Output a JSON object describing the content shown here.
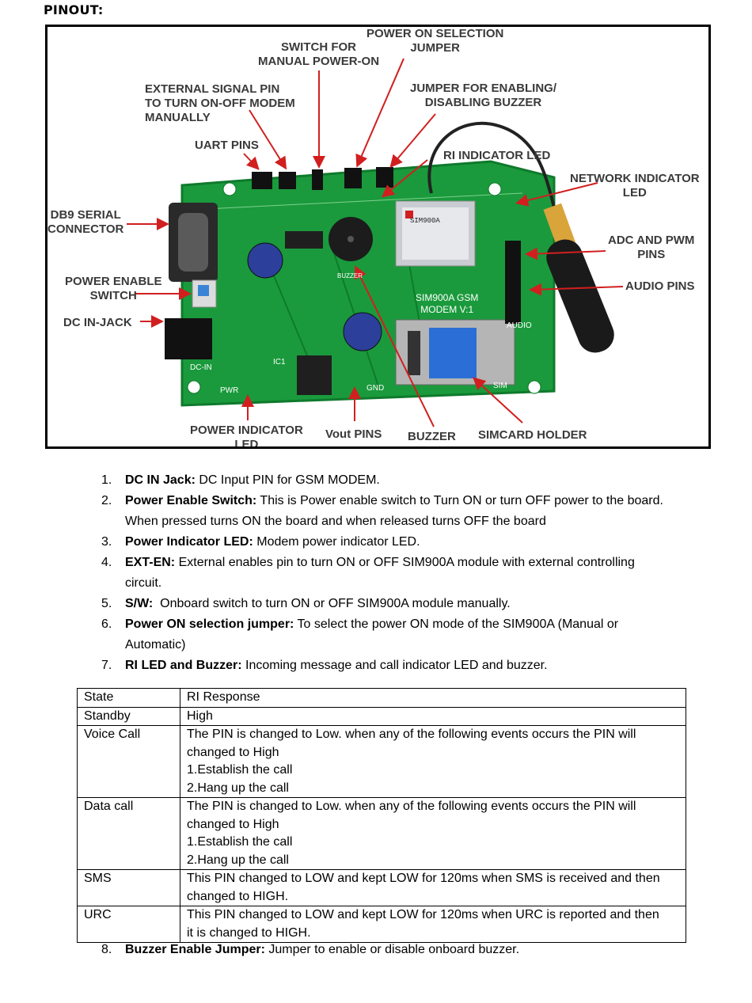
{
  "heading": "PINOUT:",
  "figure": {
    "callouts": {
      "power_on_selection": "POWER ON SELECTION\nJUMPER",
      "switch_manual": "SWITCH FOR\nMANUAL POWER-ON",
      "external_signal": "EXTERNAL SIGNAL PIN\nTO TURN ON-OFF MODEM\nMANUALLY",
      "jumper_buzzer": "JUMPER FOR ENABLING/\nDISABLING BUZZER",
      "uart_pins": "UART PINS",
      "ri_led": "RI INDICATOR LED",
      "network_led": "NETWORK INDICATOR\nLED",
      "db9": "DB9 SERIAL\nCONNECTOR",
      "adc_pwm": "ADC AND PWM\nPINS",
      "power_enable": "POWER ENABLE\nSWITCH",
      "audio_pins": "AUDIO PINS",
      "dc_jack": "DC IN-JACK",
      "power_led": "POWER INDICATOR\nLED",
      "vout": "Vout PINS",
      "buzzer": "BUZZER",
      "simcard": "SIMCARD HOLDER"
    },
    "board_text": {
      "module": "SIM900A",
      "board_label": "SIM900A GSM\nMODEM V:1",
      "silk_dcin": "DC-IN",
      "silk_pwr": "PWR",
      "silk_audio": "AUDIO",
      "silk_buzzer": "BUZZER",
      "silk_sim": "SIM",
      "silk_gnd": "GND",
      "silk_ic1": "IC1"
    }
  },
  "list_a": [
    {
      "num": "1.",
      "term": "DC IN Jack:",
      "text": " DC Input PIN for GSM MODEM."
    },
    {
      "num": "2.",
      "term": "Power Enable Switch:",
      "text": " This is Power enable switch to Turn ON or turn OFF power to the board. When pressed turns ON the board and when released turns OFF the board"
    },
    {
      "num": "3.",
      "term": "Power Indicator LED:",
      "text": " Modem power indicator LED."
    },
    {
      "num": "4.",
      "term": "EXT-EN:",
      "text": " External enables pin to turn ON or OFF SIM900A module with external controlling circuit."
    },
    {
      "num": "5.",
      "term": "S/W:",
      "text": "  Onboard switch to turn ON or OFF SIM900A module manually."
    },
    {
      "num": "6.",
      "term": "Power ON selection jumper:",
      "text": " To select the power ON mode of the SIM900A (Manual or Automatic)"
    },
    {
      "num": "7.",
      "term": "RI LED and Buzzer:",
      "text": " Incoming message and call indicator LED and buzzer."
    }
  ],
  "table": {
    "rows": [
      {
        "state": "State",
        "response": [
          "RI Response"
        ]
      },
      {
        "state": "Standby",
        "response": [
          "High"
        ]
      },
      {
        "state": "Voice Call",
        "response": [
          "The PIN is changed to Low. when any of the following events occurs the PIN will",
          "changed to High",
          "1.Establish the call",
          "2.Hang up the call"
        ]
      },
      {
        "state": "Data call",
        "response": [
          "The PIN is changed to Low. when any of the following events occurs the PIN will",
          "changed to High",
          "1.Establish the call",
          "2.Hang up the call"
        ]
      },
      {
        "state": "SMS",
        "response": [
          "This PIN changed to LOW and kept LOW for 120ms when SMS is received and then",
          "changed to HIGH."
        ]
      },
      {
        "state": "URC",
        "response": [
          "This PIN changed to LOW and kept LOW for 120ms when URC is reported and then",
          "it is changed to HIGH."
        ]
      }
    ]
  },
  "list_b": [
    {
      "num": "8.",
      "term": "Buzzer Enable Jumper:",
      "text": " Jumper to enable or disable onboard buzzer."
    }
  ],
  "colors": {
    "pcb": "#1a9a3c",
    "pcb_dark": "#0f7a2c",
    "arrow": "#d11f1f",
    "callout_text": "#3a3a3a"
  }
}
